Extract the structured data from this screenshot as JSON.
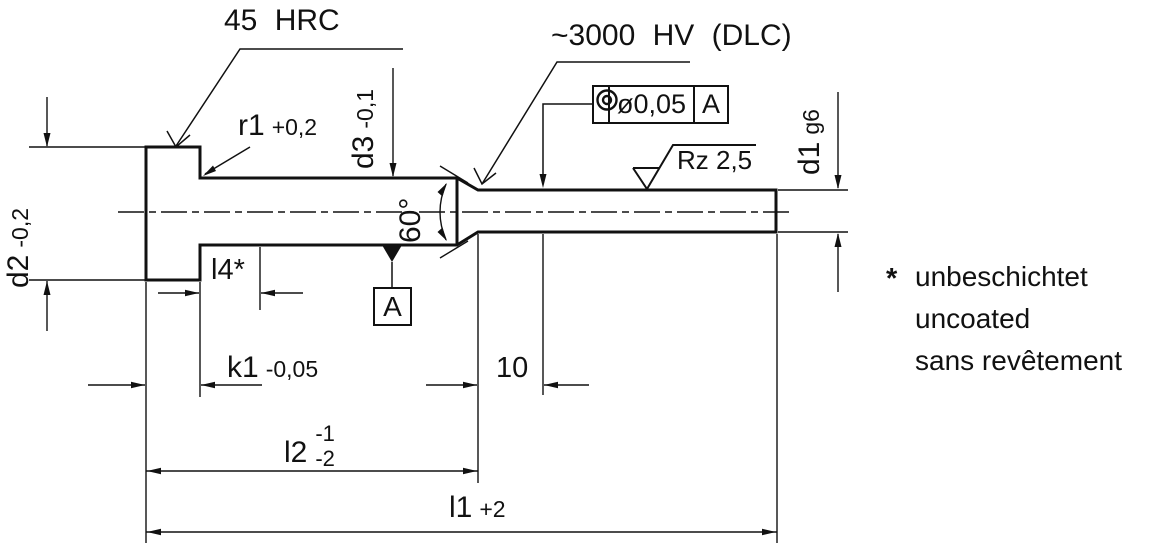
{
  "drawing": {
    "callout_head_hardness": "45 HRC",
    "callout_coating_hardness": "~3000 HV (DLC)",
    "dim_d2": {
      "label": "d2",
      "tol": "-0,2"
    },
    "dim_d3": {
      "label": "d3",
      "tol": "-0,1"
    },
    "dim_d1": {
      "label": "d1",
      "fit": "g6"
    },
    "dim_r1": {
      "label": "r1",
      "tol": "+0,2"
    },
    "dim_l4": {
      "label": "l4*"
    },
    "dim_k1": {
      "label": "k1",
      "tol": "-0,05"
    },
    "dim_10": {
      "label": "10"
    },
    "dim_l2": {
      "label": "l2",
      "tol_upper": "-1",
      "tol_lower": "-2"
    },
    "dim_l1": {
      "label": "l1",
      "tol": "+2"
    },
    "angle_cone": "60°",
    "surface_finish": "Rz 2,5",
    "tolerance_frame": {
      "characteristic": "concentricity",
      "value": "ø0,05",
      "datum": "A"
    },
    "datum_label": "A",
    "footnote": {
      "marker": "*",
      "lines": [
        "unbeschichtet",
        "uncoated",
        "sans revêtement"
      ]
    },
    "colors": {
      "ink": "#111111",
      "background": "#ffffff"
    }
  }
}
